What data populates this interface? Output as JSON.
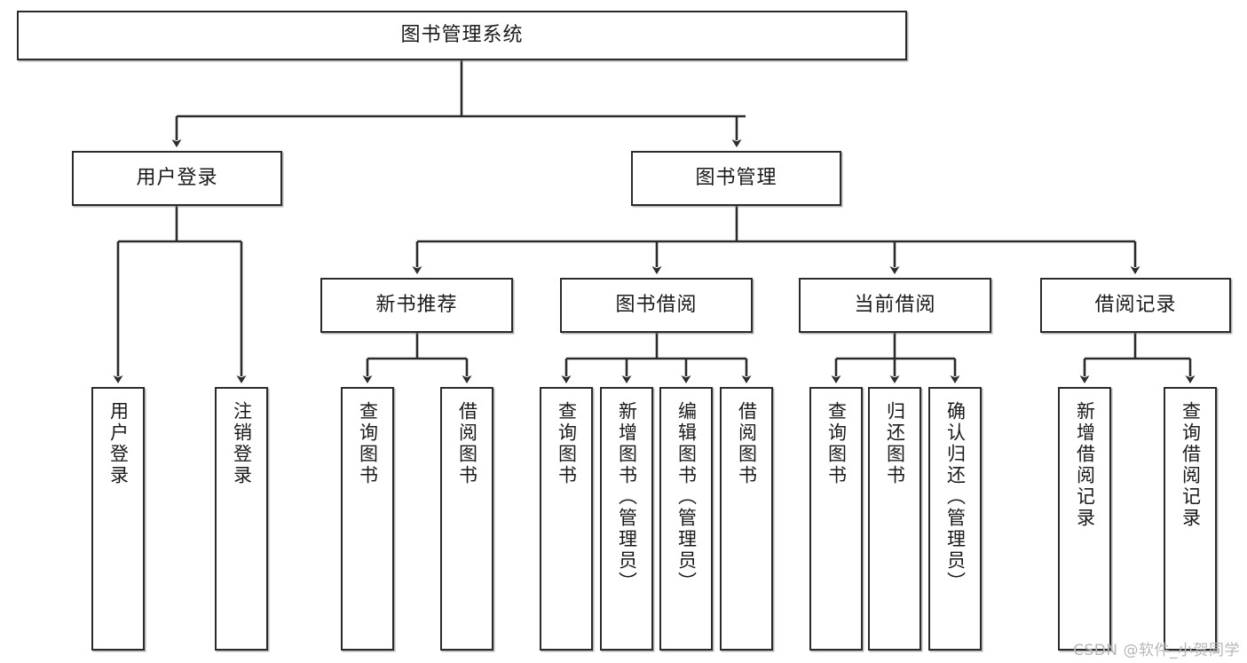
{
  "diagram": {
    "title": "图书管理系统",
    "type": "tree",
    "colors": {
      "box_border": "#2b2b2b",
      "box_fill": "#ffffff",
      "connector": "#2b2b2b",
      "text": "#1a1a1a",
      "watermark": "#b6b6b6",
      "background": "#ffffff"
    }
  },
  "root": {
    "label": "图书管理系统"
  },
  "level2": [
    {
      "label": "用户登录"
    },
    {
      "label": "图书管理"
    }
  ],
  "level3": [
    {
      "label": "新书推荐"
    },
    {
      "label": "图书借阅"
    },
    {
      "label": "当前借阅"
    },
    {
      "label": "借阅记录"
    }
  ],
  "leaves": {
    "user_login": [
      {
        "label": "用户登录"
      },
      {
        "label": "注销登录"
      }
    ],
    "new_book_recommend": [
      {
        "label": "查询图书"
      },
      {
        "label": "借阅图书"
      }
    ],
    "book_borrow": [
      {
        "label": "查询图书"
      },
      {
        "label": "新增图书（管理员）"
      },
      {
        "label": "编辑图书（管理员）"
      },
      {
        "label": "借阅图书"
      }
    ],
    "current_borrow": [
      {
        "label": "查询图书"
      },
      {
        "label": "归还图书"
      },
      {
        "label": "确认归还（管理员）"
      }
    ],
    "borrow_record": [
      {
        "label": "新增借阅记录"
      },
      {
        "label": "查询借阅记录"
      }
    ]
  },
  "watermark": {
    "text": "CSDN @软件_小贺同学"
  }
}
